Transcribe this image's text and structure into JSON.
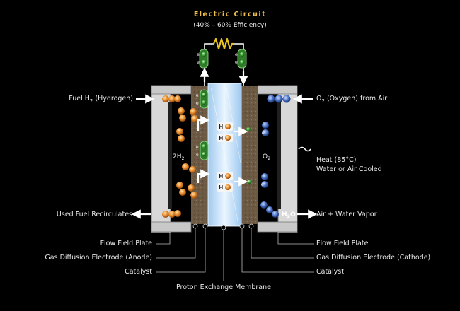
{
  "circuit": {
    "title": "Electric Circuit",
    "efficiency": "(40% – 60% Efficiency)",
    "electron_symbol": "e"
  },
  "labels": {
    "fuel_in": "Fuel H",
    "fuel_in_sub": "2",
    "fuel_in_rest": " (Hydrogen)",
    "oxygen_in": "O",
    "oxygen_in_sub": "2",
    "oxygen_in_rest": " (Oxygen) from Air",
    "heat_line1": "Heat (85°C)",
    "heat_line2": "Water or Air Cooled",
    "used_fuel": "Used Fuel Recirculates",
    "air_water": "Air + Water Vapor",
    "flow_field_left": "Flow Field Plate",
    "anode": "Gas Diffusion Electrode (Anode)",
    "catalyst_left": "Catalyst",
    "flow_field_right": "Flow Field Plate",
    "cathode": "Gas Diffusion Electrode (Cathode)",
    "catalyst_right": "Catalyst",
    "membrane": "Proton Exchange Membrane"
  },
  "inner": {
    "h2": "2H",
    "h2_sub": "2",
    "o2": "O",
    "o2_sub": "2",
    "h_plus": "H",
    "water": "H",
    "water_sub": "2",
    "water_rest": "O"
  },
  "colors": {
    "background": "#000000",
    "title": "#f0c04a",
    "hydrogen": "#e8892a",
    "oxygen": "#4a72c8",
    "electron": "#3fa33a",
    "resistor": "#e9c21f",
    "plate": "#dcdcdc",
    "electrode": "#6d5a44",
    "membrane": "#cfe8ff"
  },
  "icons": [
    "resistor-icon",
    "hydrogen-molecule-icon",
    "oxygen-molecule-icon",
    "proton-icon",
    "electron-icon",
    "heat-wave-icon",
    "arrow-icon"
  ]
}
